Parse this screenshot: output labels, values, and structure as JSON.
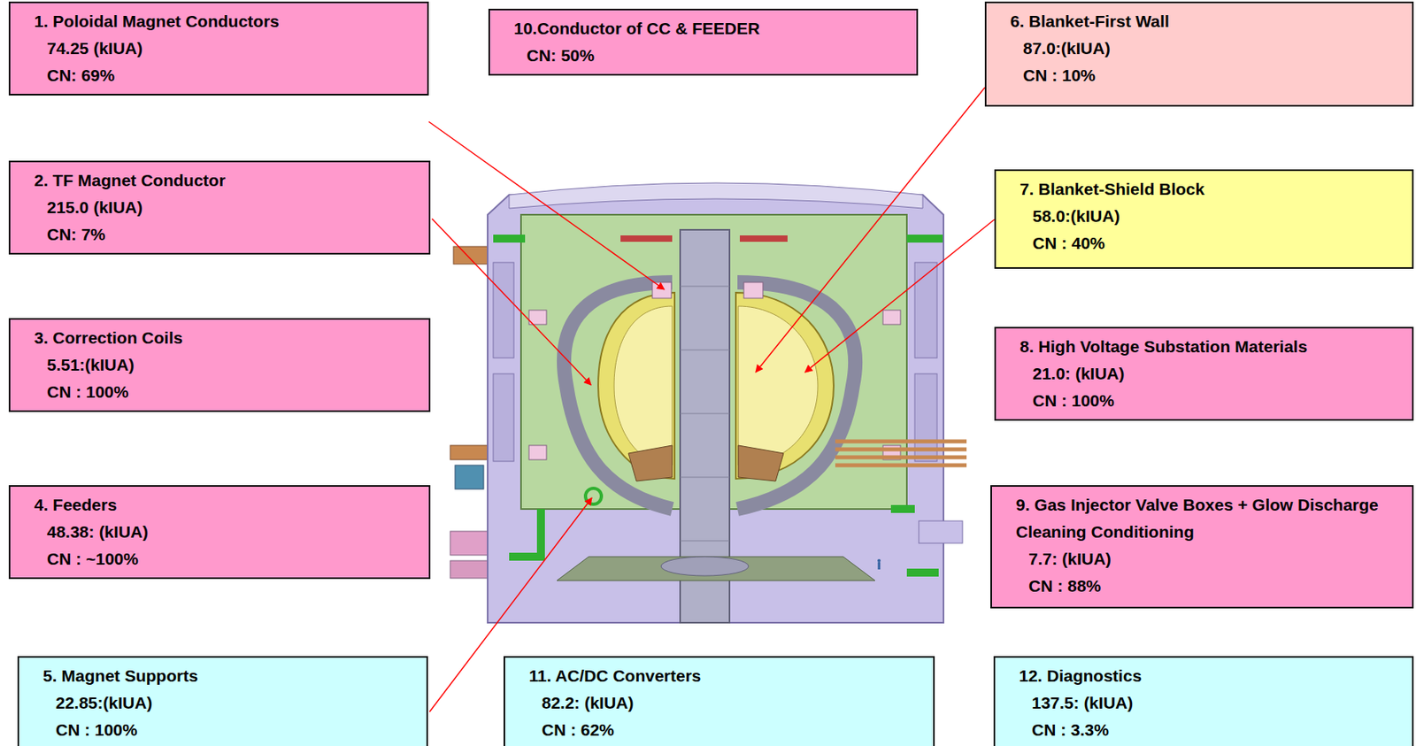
{
  "diagram": {
    "nodes": [
      {
        "text": [
          "1. Poloidal Magnet Conductors",
          "74.25 (kIUA)",
          "CN: 69%"
        ]
      },
      {
        "text": [
          "10.Conductor of CC & FEEDER",
          "CN: 50%"
        ]
      },
      {
        "text": [
          "6. Blanket-First Wall",
          "87.0:(kIUA)",
          "CN : 10%"
        ]
      },
      {
        "text": [
          "2. TF Magnet Conductor",
          "215.0 (kIUA)",
          "CN: 7%"
        ]
      },
      {
        "text": [
          "7. Blanket-Shield Block",
          "58.0:(kIUA)",
          "CN : 40%"
        ]
      },
      {
        "text": [
          "3. Correction Coils",
          "5.51:(kIUA)",
          "CN : 100%"
        ]
      },
      {
        "text": [
          "8. High Voltage Substation Materials",
          "21.0: (kIUA)",
          "CN : 100%"
        ]
      },
      {
        "text": [
          "4. Feeders",
          "48.38: (kIUA)",
          "CN : ~100%"
        ]
      },
      {
        "text": [
          "9. Gas Injector Valve Boxes + Glow Discharge Cleaning Conditioning",
          "7.7: (kIUA)",
          "CN : 88%"
        ]
      },
      {
        "text": [
          "5. Magnet Supports",
          "22.85:(kIUA)",
          "CN : 100%"
        ]
      },
      {
        "text": [
          "11. AC/DC Converters",
          "82.2: (kIUA)",
          "CN : 62%"
        ]
      },
      {
        "text": [
          "12. Diagnostics",
          "137.5: (kIUA)",
          "CN :  3.3%"
        ]
      }
    ],
    "edges": []
  }
}
